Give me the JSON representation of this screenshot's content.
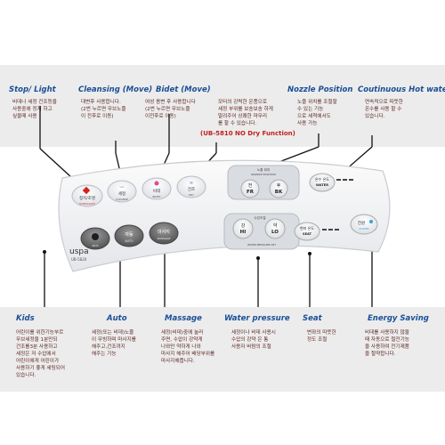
{
  "labels": {
    "stop_light": {
      "title": "Stop/ Light",
      "desc": "비데나 세정 건조등을\n사용중에 정지 하고\n싶을때 사용"
    },
    "cleansing": {
      "title": "Cleansing (Move)",
      "desc": "대변후 사용합니다.\n(2번 누르면 무브노즐\n이 전후로 이동)"
    },
    "bidet": {
      "title": "Bidet (Move)",
      "desc": "여성 용변 후 사용합니다\n(2번 누르면 무브노즐\n이전후로 이동)"
    },
    "middle_note": {
      "desc": "모터의 강력한 온풍으로\n세정 부위를 보송보송 하게\n말려주어 상쾌한 마무리\n를 할 수 있습니다."
    },
    "nozzle_position": {
      "title": "Nozzle Position",
      "desc": "노즐 위치를 조절할\n수 있는 기능\n으로 세척에서도\n사용 가능"
    },
    "continuous_hot_water": {
      "title": "Coutinuous Hot water",
      "desc": "연속적으로 따뜻한\n온수를 사용 할 수\n있습니다."
    },
    "model_note": "(UB-5810 NO Dry Function)",
    "kids": {
      "title": "Kids",
      "desc": "어린이를 위한기능부르\n무브세정을 1분만되\n건조를3분 사용하고\n세정은 저 수압에서\n어린이에게 어린이가\n사용하기 좋게 세팅되어\n있습니다."
    },
    "auto": {
      "title": "Auto",
      "desc": "세정(또는 비데)노즐\n이 무빙하며 마사지를\n해주고,건조까지\n해주는 기능"
    },
    "massage": {
      "title": "Massage",
      "desc": "세정(비데)중에 눌러\n주면, 수압이 강약게\n나와만 약하게 나와\n마사지 해주어 배당부위를\n마사지해줍니다."
    },
    "water_pressure": {
      "title": "Water pressure",
      "desc": "세정이나 비데 사용시\n수압의 강약 은 통\n사용자 바람의 조절"
    },
    "seat": {
      "title": "Seat",
      "desc": "변좌의 따뜻한\n정도 조절"
    },
    "energy_saving": {
      "title": "Energy Saving",
      "desc": "비데를 사용하지 않을\n때 자동으로 절전기능\n을 사용하여 전기제품\n을 절약합니다."
    }
  },
  "panel": {
    "brand": "uspa",
    "model": "UB-5820",
    "buttons": {
      "stop_ko": "정지/조명",
      "stop_en": "STOP/LIGHT",
      "cleanse_ko": "세정",
      "cleanse_en": "CLEANSE",
      "bidet_ko": "비데",
      "bidet_en": "BIDET",
      "dry_ko": "건조",
      "dry_en": "DRY",
      "kids_en": "KIDS",
      "auto_ko": "자동",
      "auto_en": "AUTO",
      "massage_ko": "마사지",
      "massage_en": "MASSAGE",
      "nozzle_ko": "노즐 위치",
      "nozzle_en": "NOZZLE POSITION",
      "fr_ko": "전",
      "fr_en": "FR",
      "bk_ko": "후",
      "bk_en": "BK",
      "hi_ko": "강",
      "hi_en": "HI",
      "lo_ko": "약",
      "lo_en": "LO",
      "pressure_ko": "수압조절",
      "pressure_en": "WATER PRESSURE CNT",
      "water_ko": "온수 온도",
      "water_en": "WATER",
      "seat_ko": "변좌 온도",
      "seat_en": "SEAT",
      "power_ko": "전원",
      "power_en": "POWER"
    }
  },
  "colors": {
    "title": "#1a4f96",
    "desc": "#5b1f1f",
    "note": "#c31f1f",
    "band": "#ececec"
  }
}
